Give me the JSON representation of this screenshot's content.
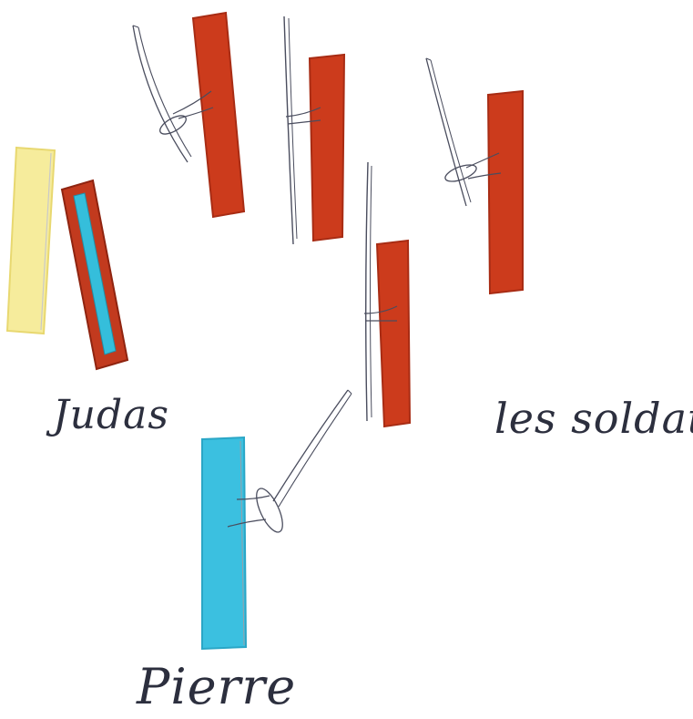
{
  "labels": {
    "judas": "Judas",
    "soldats": "les soldats",
    "pierre": "Pierre"
  },
  "colors": {
    "judas_body": "#f6ec9c",
    "soldier_body": "#cc3b1c",
    "soldier_edge": "#a82c14",
    "judas_robe": "#c23a1e",
    "judas_stripe": "#35bedb",
    "pierre_body": "#3bc0e0",
    "pencil": "#4a4d5e",
    "ink": "#2c2f3e"
  },
  "figures": [
    "yellow-figure",
    "judas-figure",
    "soldier-1",
    "soldier-2",
    "soldier-3",
    "soldier-4",
    "pierre-figure"
  ],
  "weapons": [
    "spear-soldier-1",
    "spear-soldier-2",
    "spear-soldier-3",
    "spear-soldier-4",
    "sword-pierre"
  ]
}
